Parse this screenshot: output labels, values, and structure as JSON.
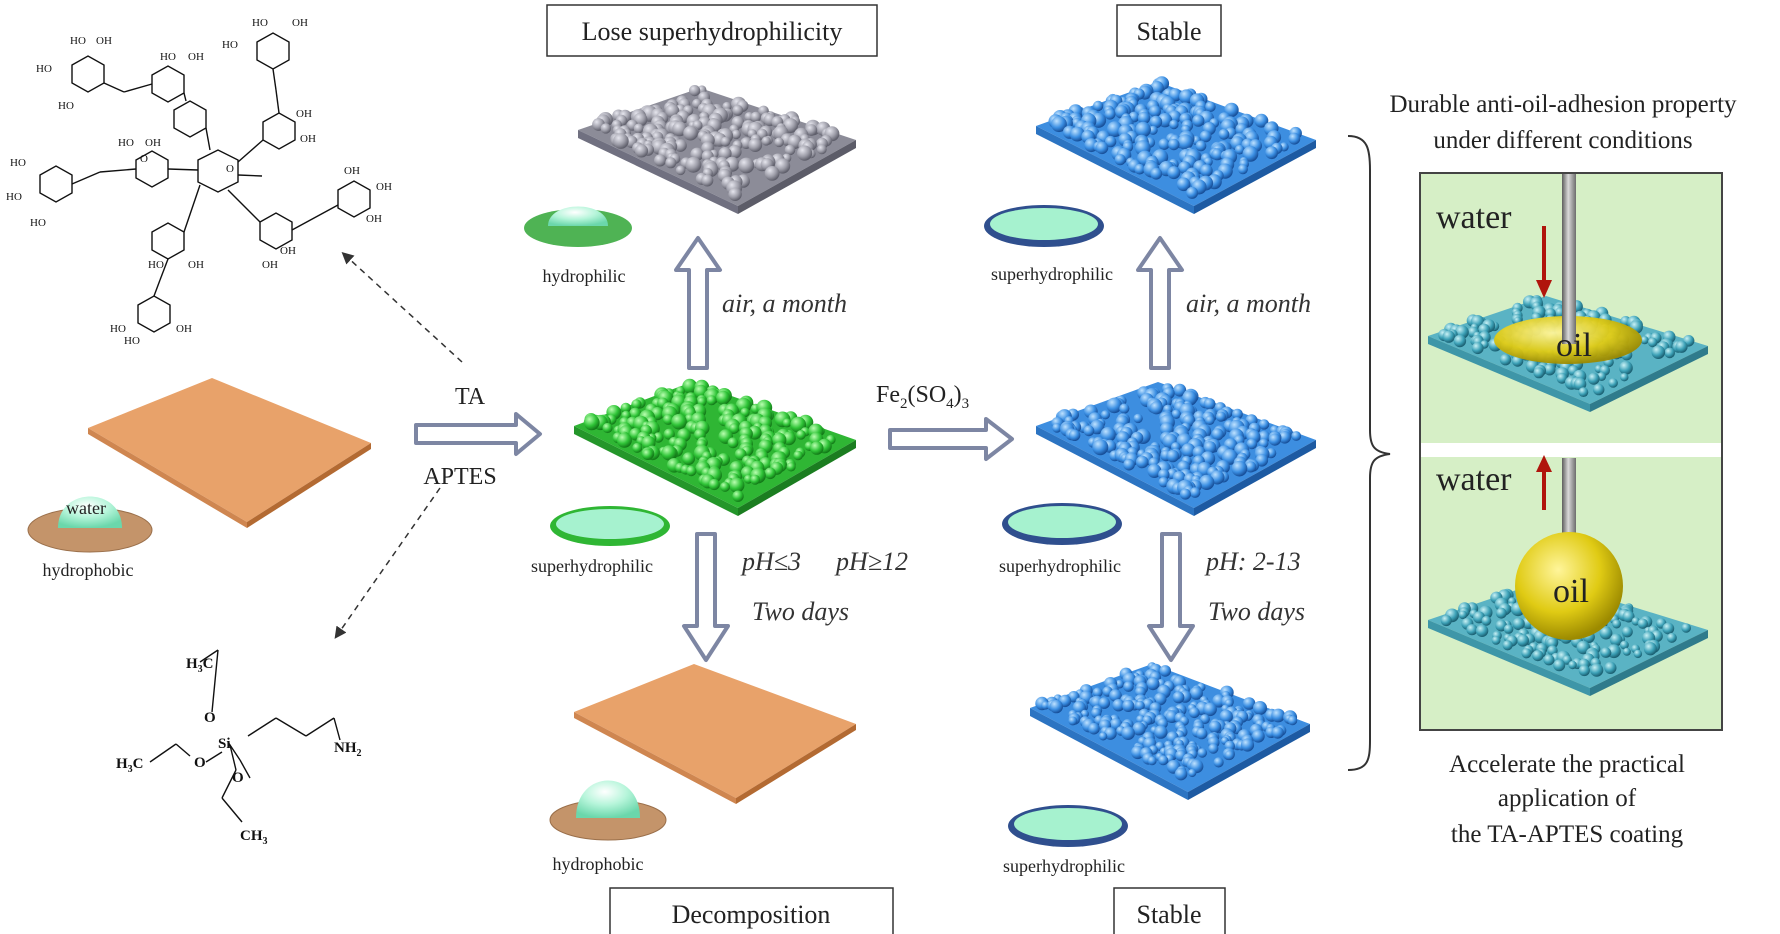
{
  "labels": {
    "lose": "Lose superhydrophilicity",
    "stable_top": "Stable",
    "decomposition": "Decomposition",
    "stable_bottom": "Stable",
    "ta": "TA",
    "aptes": "APTES",
    "fe_prefix": "Fe",
    "fe_sub": "2",
    "fe_mid": "(SO",
    "fe_sub2": "4",
    "fe_close": ")",
    "fe_sub3": "3",
    "air_month_left": "air, a month",
    "air_month_right": "air, a month",
    "ph_le3": "pH≤3",
    "ph_ge12": "pH≥12",
    "two_days_left": "Two days",
    "ph_range": "pH: 2-13",
    "two_days_right": "Two days",
    "water_drop": "water",
    "hydrophobic_left": "hydrophobic",
    "hydrophilic_top": "hydrophilic",
    "superhydrophilic_center": "superhydrophilic",
    "hydrophobic_bottom": "hydrophobic",
    "superhydrophilic_top_right": "superhydrophilic",
    "superhydrophilic_mid_right": "superhydrophilic",
    "superhydrophilic_bottom_right": "superhydrophilic"
  },
  "right_panel": {
    "title_line1": "Durable anti-oil-adhesion property",
    "title_line2": "under different conditions",
    "water_top": "water",
    "oil_top": "oil",
    "water_bottom": "water",
    "oil_bottom": "oil",
    "footer_line1": "Accelerate the practical",
    "footer_line2": "application of",
    "footer_line3": "the TA-APTES coating"
  },
  "chem": {
    "oh": "OH",
    "ho": "HO",
    "o": "O",
    "h3c_1": "H",
    "h3c_sub": "3",
    "h3c_c": "C",
    "si": "Si",
    "nh2": "NH",
    "nh2_sub": "2",
    "ch3": "CH",
    "ch3_sub": "3"
  },
  "colors": {
    "gray": "#9a9aa6",
    "green": "#33c13a",
    "blue": "#3d8ee0",
    "orange": "#e8a26a",
    "drop": "#a8f0d0",
    "arrow": "#7d86a3",
    "panel_bg": "#d6efc6",
    "oil": "#e3cf1e",
    "needle": "#8f8f8f",
    "red_arrow": "#b0150c"
  }
}
